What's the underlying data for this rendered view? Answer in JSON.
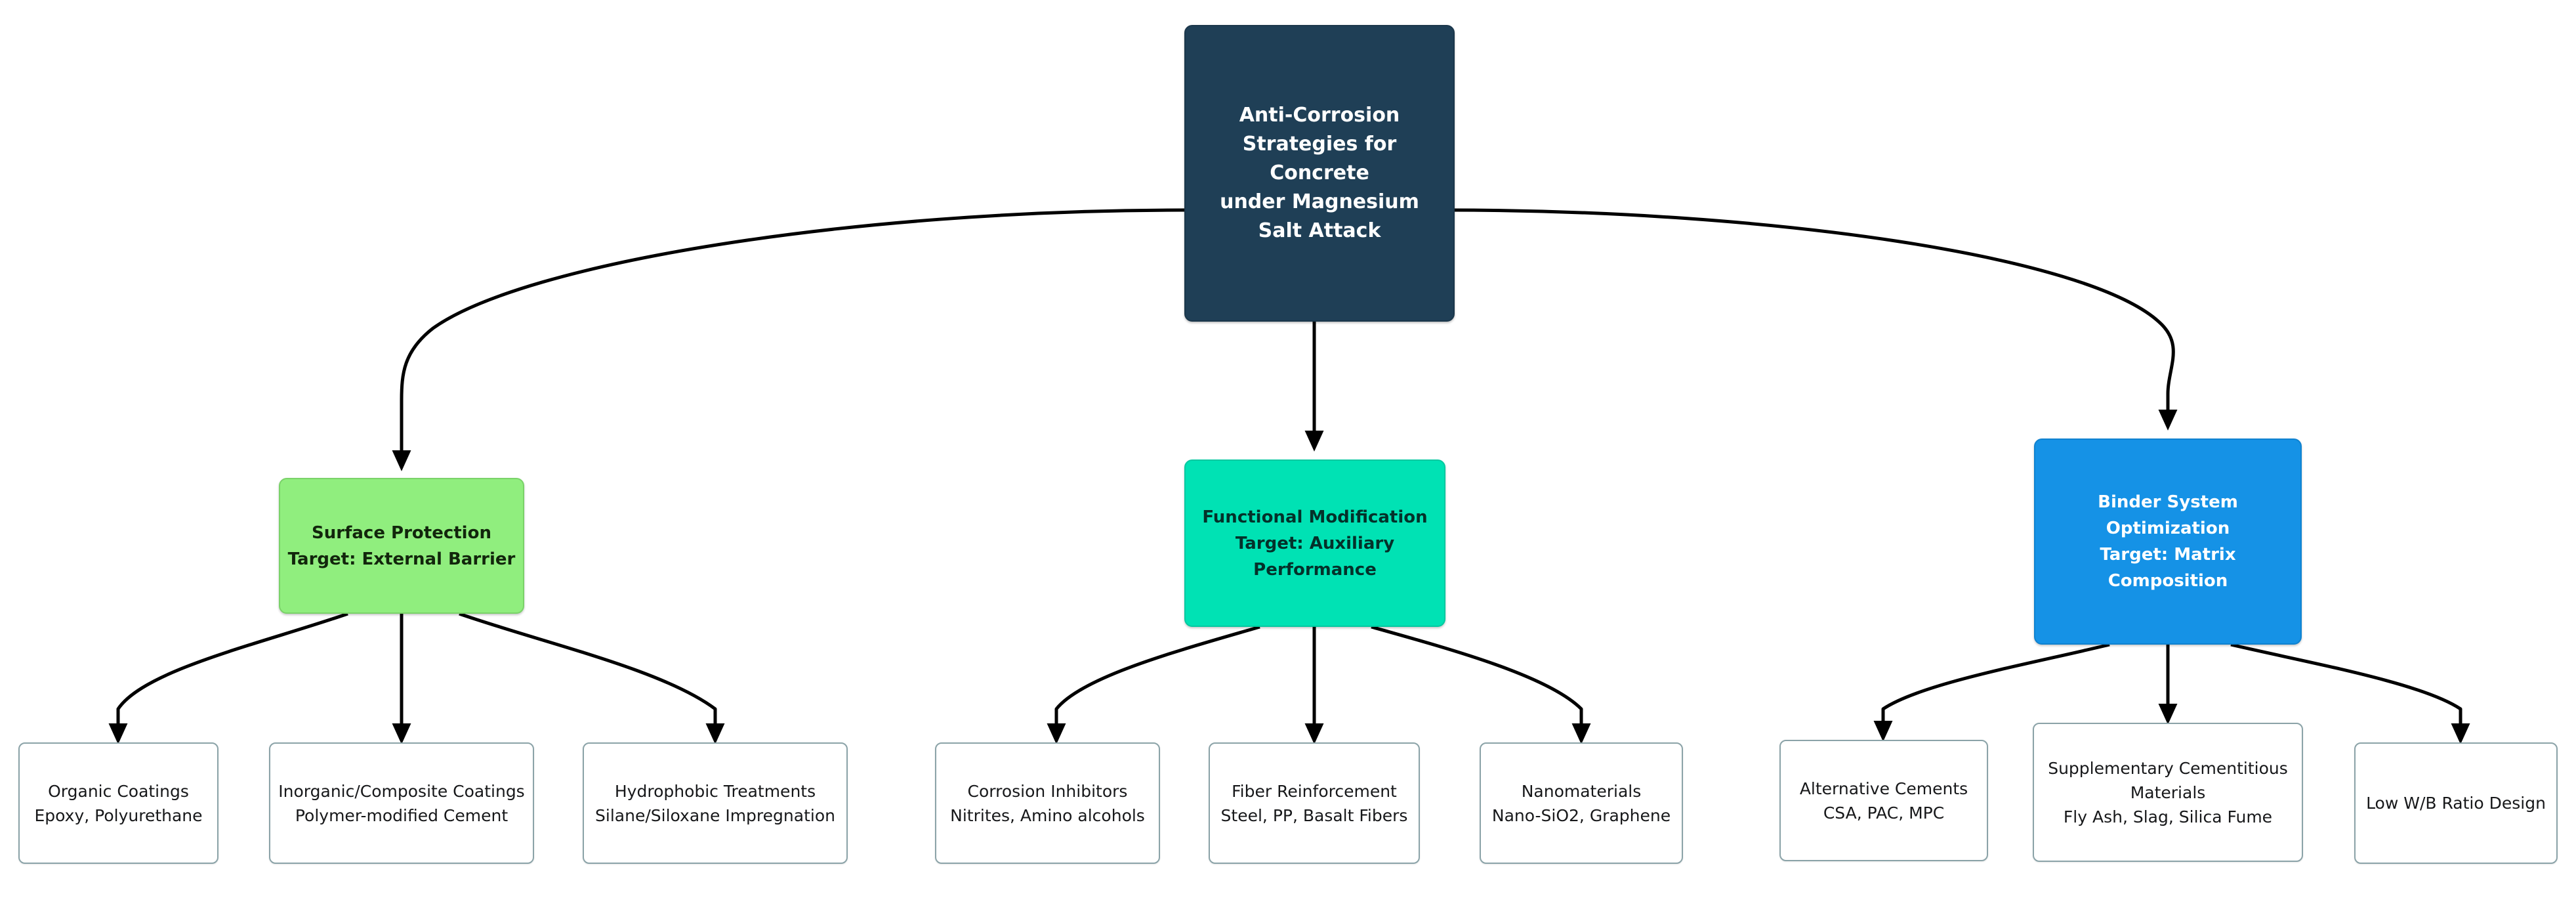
{
  "diagram": {
    "type": "flowchart",
    "orientation": "top-down",
    "background_color": "#ffffff",
    "edge_color": "#000000",
    "root": {
      "id": "root",
      "fill": "#1f3f56",
      "text_color": "#ffffff",
      "lines": [
        "Anti-Corrosion",
        "Strategies for",
        "Concrete",
        "under Magnesium",
        "Salt Attack"
      ]
    },
    "branches": [
      {
        "id": "surface-protection",
        "fill": "#90ee7e",
        "text_color": "#12260c",
        "lines": [
          "Surface Protection",
          "Target: External Barrier"
        ],
        "children": [
          {
            "id": "organic-coatings",
            "lines": [
              "Organic Coatings",
              "Epoxy, Polyurethane"
            ]
          },
          {
            "id": "inorganic-composite-coatings",
            "lines": [
              "Inorganic/Composite Coatings",
              "Polymer-modified Cement"
            ]
          },
          {
            "id": "hydrophobic-treatments",
            "lines": [
              "Hydrophobic Treatments",
              "Silane/Siloxane Impregnation"
            ]
          }
        ]
      },
      {
        "id": "functional-modification",
        "fill": "#00e2b4",
        "text_color": "#04312a",
        "lines": [
          "Functional Modification",
          "Target: Auxiliary",
          "Performance"
        ],
        "children": [
          {
            "id": "corrosion-inhibitors",
            "lines": [
              "Corrosion Inhibitors",
              "Nitrites, Amino alcohols"
            ]
          },
          {
            "id": "fiber-reinforcement",
            "lines": [
              "Fiber Reinforcement",
              "Steel, PP, Basalt Fibers"
            ]
          },
          {
            "id": "nanomaterials",
            "lines": [
              "Nanomaterials",
              "Nano-SiO2, Graphene"
            ]
          }
        ]
      },
      {
        "id": "binder-system-optimization",
        "fill": "#1592e6",
        "text_color": "#ffffff",
        "lines": [
          "Binder System",
          "Optimization",
          "Target: Matrix",
          "Composition"
        ],
        "children": [
          {
            "id": "alternative-cements",
            "lines": [
              "Alternative Cements",
              "CSA, PAC, MPC"
            ]
          },
          {
            "id": "supplementary-cementitious-materials",
            "lines": [
              "Supplementary Cementitious",
              "Materials",
              "Fly Ash, Slag, Silica Fume"
            ]
          },
          {
            "id": "low-wb-ratio-design",
            "lines": [
              "Low W/B Ratio Design"
            ]
          }
        ]
      }
    ]
  }
}
